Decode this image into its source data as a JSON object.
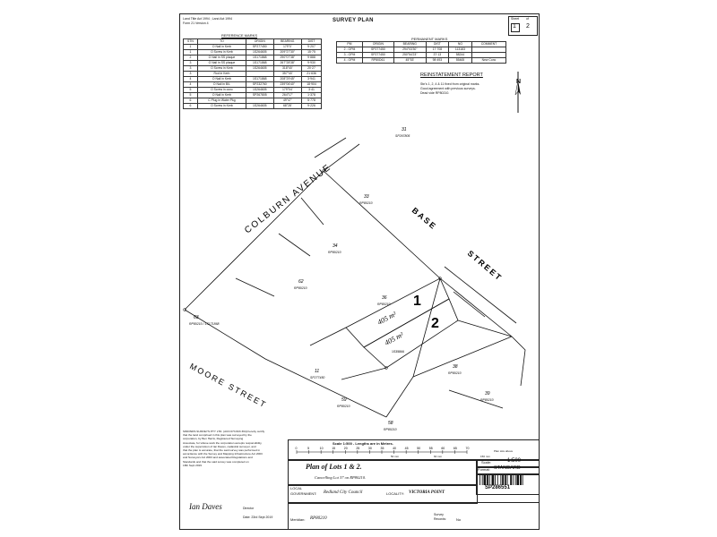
{
  "header": {
    "act_line_1": "Land Title Act 1994 ; Land Act 1994",
    "act_line_2": "Form 21 Version 4",
    "title": "SURVEY PLAN",
    "sheet_label": "Sheet",
    "sheet_num": "1",
    "sheet_of": "of",
    "sheet_total": "2"
  },
  "reference_marks": {
    "title": "REFERENCE MARKS",
    "columns": [
      "STN",
      "TO",
      "ORIGIN",
      "BEARING",
      "DIST"
    ],
    "rows": [
      [
        "1",
        "O Nail in Kerb",
        "SP277450",
        "179°0'",
        "9·207"
      ],
      [
        "1",
        "O Screw in Kerb",
        "1S264605",
        "209°27'30\"",
        "15·75"
      ],
      [
        "2",
        "O Nail in SS plaque",
        "1S171868",
        "290°07'38\"",
        "9·888"
      ],
      [
        "3",
        "O Nail in SS plaque",
        "1S171868",
        "267°28'38\"",
        "9·930"
      ],
      [
        "3",
        "O Screw in Kerb",
        "1S264605",
        "318°40'",
        "20·27"
      ],
      [
        "3",
        "Rod in Kerb",
        "",
        "357°40'",
        "21·636"
      ],
      [
        "4",
        "O Nail in Kerb",
        "1S171868",
        "208°29'45\"",
        "3·941"
      ],
      [
        "4",
        "O Nail in B/L",
        "SP232760",
        "239°06'40\"",
        "18·904"
      ],
      [
        "5",
        "O Screw in conc",
        "1S264605",
        "179°04'",
        "3·41"
      ],
      [
        "5",
        "O Nail in Kerb",
        "SP267805",
        "264°17'",
        "1·378"
      ],
      [
        "6",
        "C Plug in Water Pkg",
        "",
        "49°47'",
        "5·778"
      ],
      [
        "6",
        "O Screw in Kerb",
        "1S264605",
        "68°28'",
        "9·226"
      ]
    ]
  },
  "permanent_marks": {
    "title": "PERMANENT MARKS",
    "columns": [
      "PM",
      "ORIGIN",
      "BEARING",
      "DIST",
      "NO",
      "COMMENT"
    ],
    "rows": [
      [
        "2 - OPM",
        "SP277450",
        "294°03'30\"",
        "17·708",
        "113183",
        ""
      ],
      [
        "3 - OPM",
        "SP277450",
        "250°54'23\"",
        "37·13",
        "58244",
        ""
      ],
      [
        "4 - OPM",
        "RP80D61",
        "45°53'",
        "98·493",
        "55465",
        "New Conc"
      ]
    ]
  },
  "reinstatement": {
    "title": "REINSTATEMENT REPORT",
    "lines": [
      "Stn's 1, 2, 4 & 11 fixed from original marks.",
      "Good agreement with previous surveys.",
      "Dead vide RP80210."
    ]
  },
  "map": {
    "north": "N",
    "streets": {
      "colburn": "COLBURN   AVENUE",
      "base": "BASE",
      "street_right": "STREET",
      "moore": "MOORE   STREET"
    },
    "lots": {
      "lot1": "1",
      "lot2": "2",
      "area1": "405 m²",
      "area2": "405 m²"
    },
    "parcels": [
      {
        "num": "31",
        "plan": "SP267805"
      },
      {
        "num": "33",
        "plan": "RP80210"
      },
      {
        "num": "34",
        "plan": "RP80210"
      },
      {
        "num": "62",
        "plan": "RP80210"
      },
      {
        "num": "63",
        "plan": "RP80210 / 1S171868"
      },
      {
        "num": "36",
        "plan": "RP80210"
      },
      {
        "num": "11",
        "plan": "SP277450"
      },
      {
        "num": "59",
        "plan": "RP80210"
      },
      {
        "num": "58",
        "plan": "RP80210"
      },
      {
        "num": "38",
        "plan": "RP80210"
      },
      {
        "num": "39",
        "plan": "RP80210"
      }
    ],
    "labels": {
      "ref_1s": "1S35866"
    }
  },
  "scale": {
    "caption": "Scale 1:500 - Lengths are in Metres.",
    "ticks": [
      "0",
      "5",
      "10",
      "15",
      "20",
      "25",
      "30",
      "35",
      "40",
      "45",
      "50",
      "55",
      "60",
      "65",
      "70"
    ],
    "mm_left": "50 mm",
    "mm_mid": "60 mm",
    "mm_right": "150 mm",
    "size_note": "Plan size above",
    "scale_label": "1:500",
    "format_label": "Format:",
    "format_value": "STANDARD"
  },
  "plan": {
    "title": "Plan of Lots 1 & 2.",
    "subtitle": "Cancelling Lot 37 on RP80210.",
    "number": "SP286551"
  },
  "certificate": {
    "text": [
      "SIMONDS SURVEYS PTY LTD. (ACN 073 823 364) hereby certify",
      "that the land comprised in this plan was surveyed by the",
      "corporation, by Ben Harris, Registered Surveying",
      "Associate, for whose work the corporation accepts responsibility,",
      "under the supervision of Ian Daves, cadastral surveyor, and",
      "that the plan is accurate, that the said survey was performed in",
      "accordance with the Survey and Mapping Infrastructure Act 2003",
      "and Surveyors Act 2003 and associated Regulations and",
      "Standards and that the said survey was completed on",
      "18th Sept 2019"
    ],
    "director": "Director",
    "date": "Date: 23rd Sept 2019",
    "signature_text": "Ian Daves"
  },
  "footer": {
    "local_label": "LOCAL",
    "gov_label": "GOVERNMENT:",
    "gov_value": "Redland City Council",
    "locality_label": "LOCALITY:",
    "locality_value": "VICTORIA POINT",
    "meridian_label": "Meridian:",
    "meridian_value": "RP80210",
    "survey_label": "Survey",
    "records_label": "Records:",
    "records_value": "No"
  }
}
